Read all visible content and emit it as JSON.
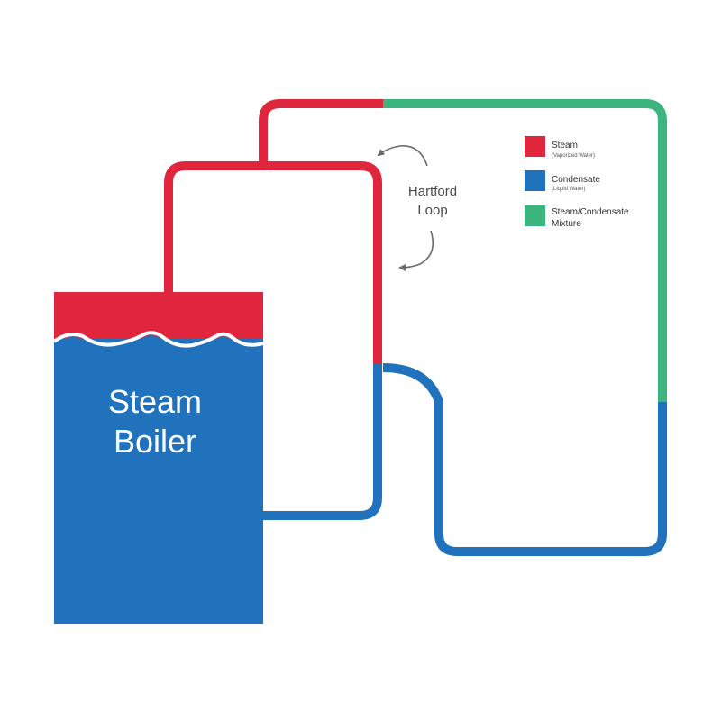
{
  "colors": {
    "steam": "#e0263d",
    "condensate": "#1f72bb",
    "mixture": "#3bb47e",
    "arrow": "#6b6b6b",
    "text": "#4a4a4a"
  },
  "boiler": {
    "line1": "Steam",
    "line2": "Boiler"
  },
  "hartford_loop": {
    "line1": "Hartford",
    "line2": "Loop"
  },
  "legend": [
    {
      "title": "Steam",
      "subtitle": "(Vaporized Water)",
      "color": "#e0263d"
    },
    {
      "title": "Condensate",
      "subtitle": "(Liquid Water)",
      "color": "#1f72bb"
    },
    {
      "title": "Steam/Condensate",
      "subtitle": "Mixture",
      "color": "#3bb47e"
    }
  ]
}
